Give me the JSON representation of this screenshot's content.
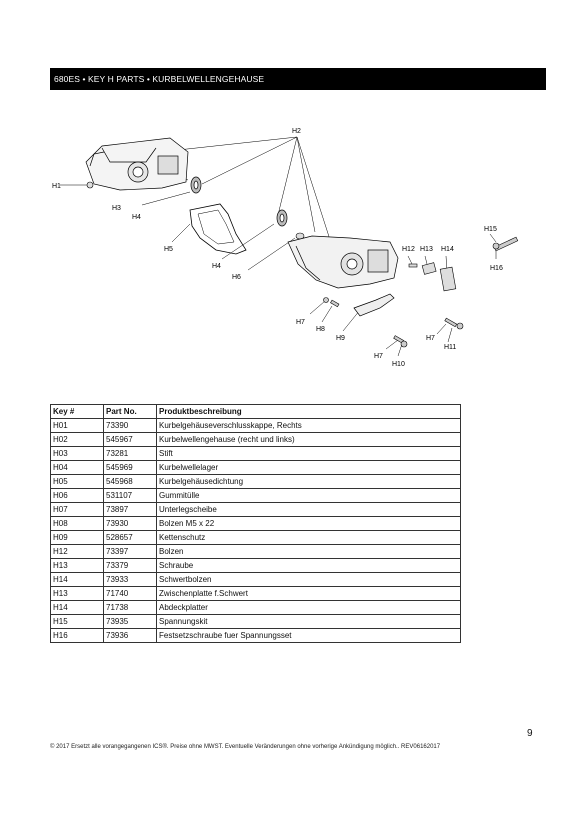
{
  "header": {
    "title": "680ES • KEY H PARTS • KURBELWELLENGEHAUSE"
  },
  "diagram": {
    "callouts": {
      "H1": "H1",
      "H2": "H2",
      "H3": "H3",
      "H4a": "H4",
      "H4b": "H4",
      "H5": "H5",
      "H6": "H6",
      "H7a": "H7",
      "H7b": "H7",
      "H7c": "H7",
      "H8": "H8",
      "H9": "H9",
      "H10": "H10",
      "H11": "H11",
      "H12": "H12",
      "H13": "H13",
      "H14": "H14",
      "H15": "H15",
      "H16": "H16"
    }
  },
  "table": {
    "headers": {
      "key": "Key #",
      "part": "Part No.",
      "desc": "Produktbeschreibung"
    },
    "rows": [
      {
        "key": "H01",
        "part": "73390",
        "desc": "Kurbelgehäuseverschlusskappe, Rechts"
      },
      {
        "key": "H02",
        "part": "545967",
        "desc": "Kurbelwellengehause (recht und links)"
      },
      {
        "key": "H03",
        "part": "73281",
        "desc": "Stift"
      },
      {
        "key": "H04",
        "part": "545969",
        "desc": "Kurbelwellelager"
      },
      {
        "key": "H05",
        "part": "545968",
        "desc": "Kurbelgehäusedichtung"
      },
      {
        "key": "H06",
        "part": "531107",
        "desc": "Gummitülle"
      },
      {
        "key": "H07",
        "part": "73897",
        "desc": "Unterlegscheibe"
      },
      {
        "key": "H08",
        "part": "73930",
        "desc": "Bolzen M5 x 22"
      },
      {
        "key": "H09",
        "part": "528657",
        "desc": "Kettenschutz"
      },
      {
        "key": "H12",
        "part": "73397",
        "desc": "Bolzen"
      },
      {
        "key": "H13",
        "part": "73379",
        "desc": "Schraube"
      },
      {
        "key": "H14",
        "part": "73933",
        "desc": "Schwertbolzen"
      },
      {
        "key": "H13",
        "part": "71740",
        "desc": "Zwischenplatte f.Schwert"
      },
      {
        "key": "H14",
        "part": "71738",
        "desc": "Abdeckplatter"
      },
      {
        "key": "H15",
        "part": "73935",
        "desc": "Spannungskit"
      },
      {
        "key": "H16",
        "part": "73936",
        "desc": "Festsetzschraube fuer Spannungsset"
      }
    ]
  },
  "footer": {
    "page_number": "9",
    "text": "© 2017 Ersetzt alle vorangegangenen ICS®. Preise ohne MWST. Eventuelle Veränderungen ohne vorherige Ankündigung möglich.. REV06162017"
  }
}
